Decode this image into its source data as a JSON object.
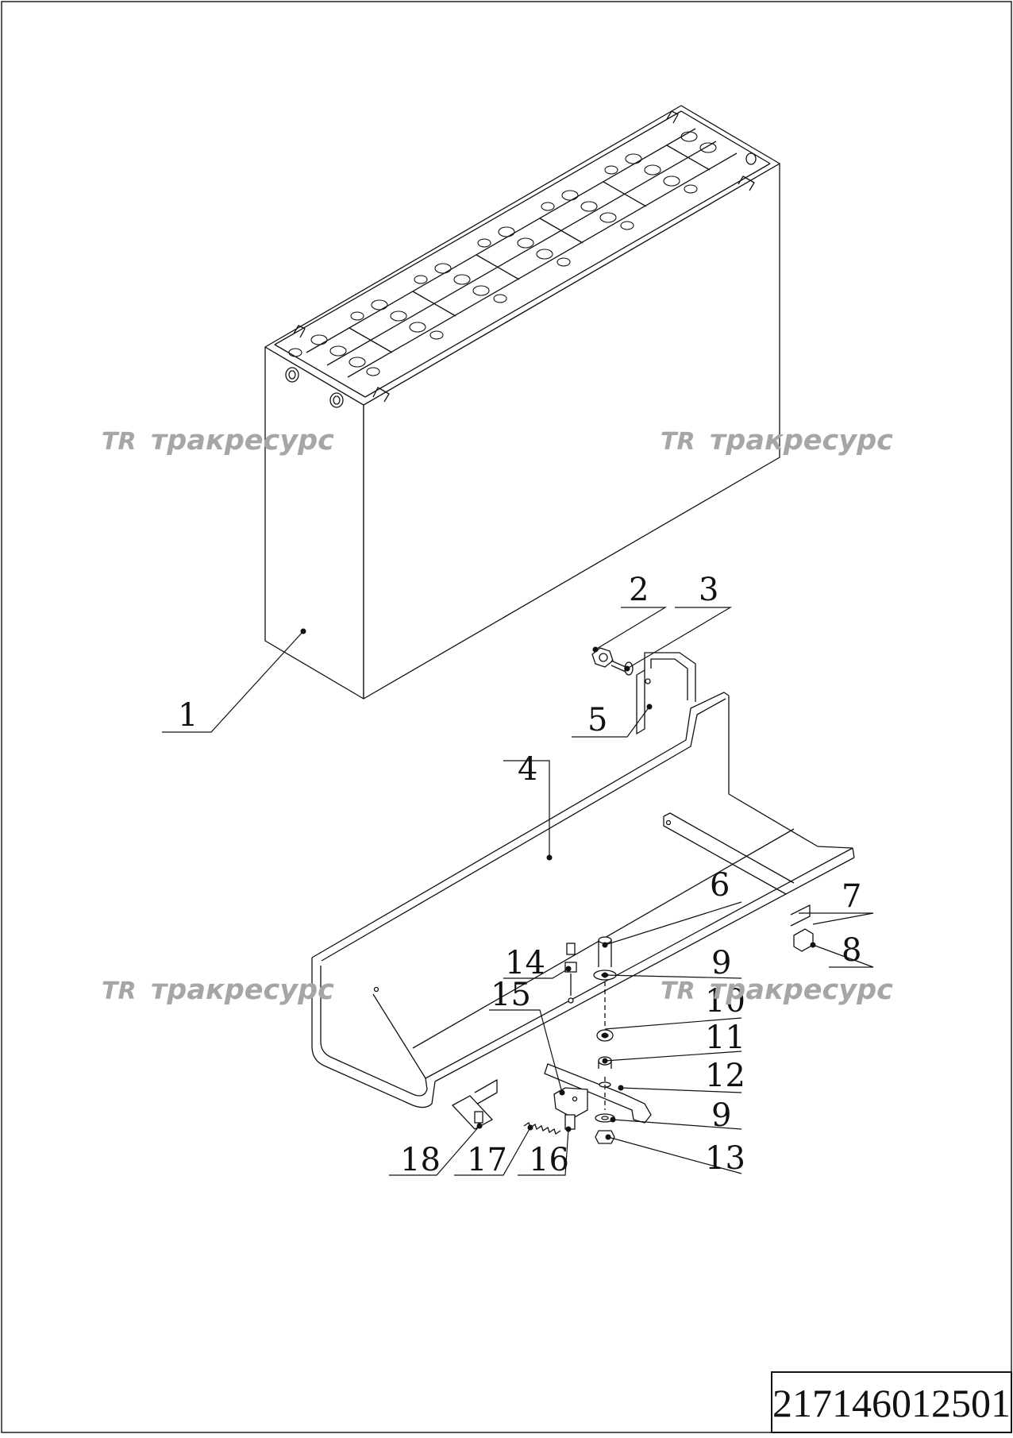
{
  "drawing": {
    "document_number": "217146012501",
    "watermark": {
      "logo": "TR",
      "text": "тракресурс"
    },
    "callouts": [
      "1",
      "2",
      "3",
      "4",
      "5",
      "6",
      "7",
      "8",
      "9",
      "10",
      "11",
      "12",
      "9",
      "13",
      "14",
      "15",
      "16",
      "17",
      "18"
    ]
  }
}
